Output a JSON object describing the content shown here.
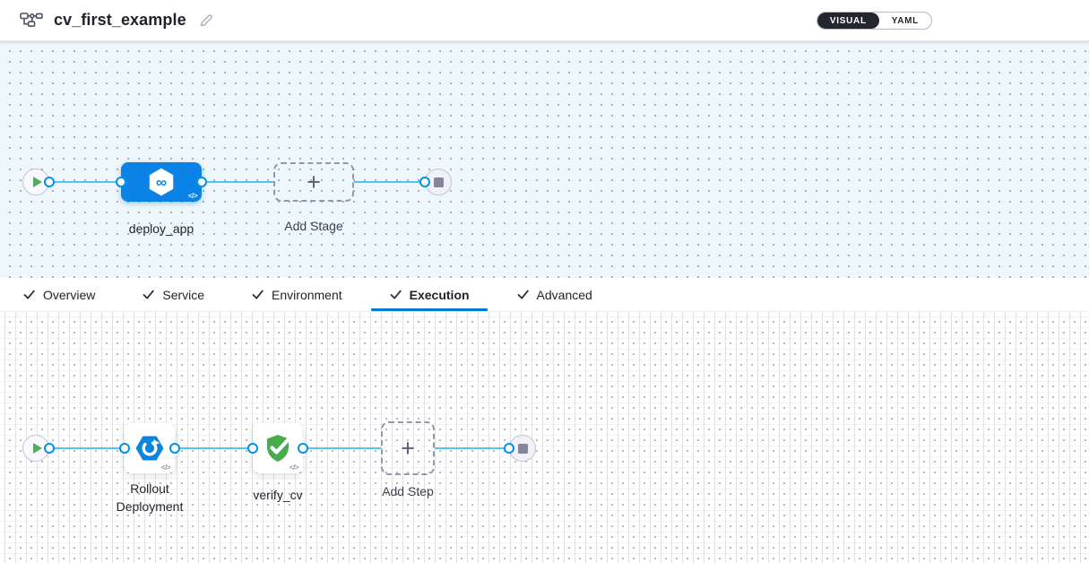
{
  "header": {
    "title": "cv_first_example",
    "view_toggle": {
      "visual_label": "VISUAL",
      "yaml_label": "YAML",
      "selected": "VISUAL"
    }
  },
  "stage_canvas": {
    "stage": {
      "label": "deploy_app"
    },
    "add_stage": {
      "label": "Add Stage"
    }
  },
  "tab_bar": {
    "active": "Execution",
    "tabs": [
      {
        "label": "Overview",
        "checked": true
      },
      {
        "label": "Service",
        "checked": true
      },
      {
        "label": "Environment",
        "checked": true
      },
      {
        "label": "Execution",
        "checked": true
      },
      {
        "label": "Advanced",
        "checked": true
      }
    ]
  },
  "execution_canvas": {
    "steps": [
      {
        "label": "Rollout Deployment"
      },
      {
        "label": "verify_cv"
      }
    ],
    "add_step": {
      "label": "Add Step"
    }
  },
  "glyphs": {
    "plus": "+",
    "code": "</>"
  },
  "colors": {
    "accent_blue": "#0278d5",
    "node_blue": "#0b82e6",
    "connector_line": "#54c3ef",
    "connector_ring": "#0092e4",
    "success_green": "#49aa4e",
    "play_green": "#4db058",
    "canvas_stage_bg": "#eef7fb",
    "toggle_dark": "#23262f"
  }
}
